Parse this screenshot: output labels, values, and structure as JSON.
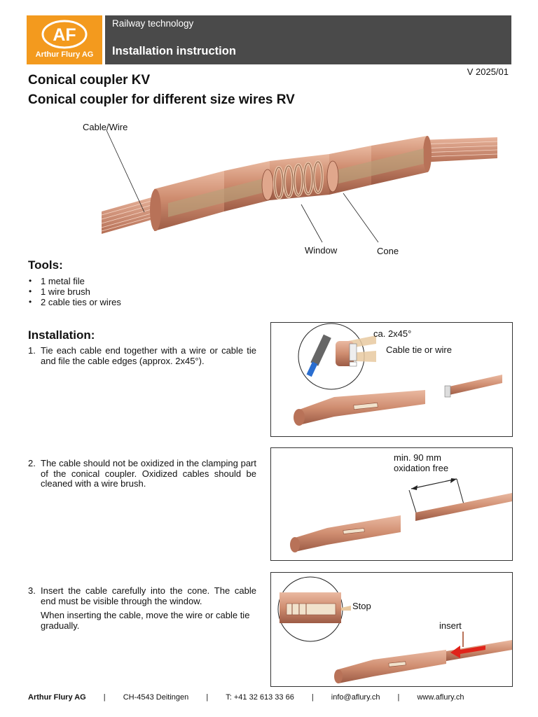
{
  "header": {
    "logo_text": "Arthur Flury AG",
    "logo_letters": "AF",
    "category": "Railway technology",
    "doc_type": "Installation instruction"
  },
  "version": "V 2025/01",
  "titles": {
    "main": "Conical coupler KV",
    "sub": "Conical coupler for different size wires RV"
  },
  "hero_labels": {
    "cable": "Cable/Wire",
    "window": "Window",
    "cone": "Cone"
  },
  "tools": {
    "heading": "Tools:",
    "items": [
      "1 metal file",
      "1 wire brush",
      "2 cable ties or wires"
    ]
  },
  "installation": {
    "heading": "Installation:",
    "steps": [
      {
        "num": "1.",
        "text": "Tie each cable end together with a wire or cable tie and file the cable edges (approx. 2x45°)."
      },
      {
        "num": "2.",
        "text": "The cable should not be oxidized in the clamping part of the conical coupler. Oxidized cables should be cleaned with a wire brush."
      },
      {
        "num": "3.",
        "text": "Insert the cable carefully into the cone. The cable end must be visible through the window.",
        "text2": "When inserting the cable, move the wire or cable tie gradually."
      }
    ]
  },
  "figures": {
    "fig1": {
      "angle": "ca. 2x45°",
      "tie": "Cable tie or wire"
    },
    "fig2": {
      "line1": "min. 90 mm",
      "line2": "oxidation free"
    },
    "fig3": {
      "stop": "Stop",
      "insert": "insert"
    }
  },
  "footer": {
    "company": "Arthur Flury AG",
    "location": "CH-4543 Deitingen",
    "phone": "T: +41 32 613 33 66",
    "email": "info@aflury.ch",
    "web": "www.aflury.ch",
    "separator": "|"
  },
  "colors": {
    "brand_orange": "#f39a1e",
    "banner_grey": "#4a4a4a",
    "copper": "#c98468",
    "insert_arrow": "#e0241b"
  }
}
